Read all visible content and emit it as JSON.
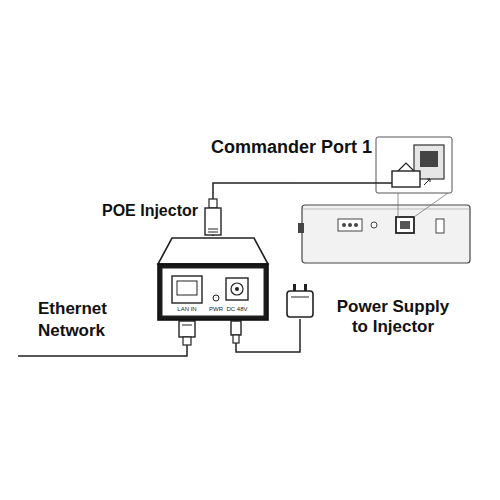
{
  "diagram": {
    "nodes": [
      {
        "text": [
          "Commander Port 1"
        ]
      },
      {
        "text": [
          "POE Injector",
          "LAN IN",
          "PWR",
          "DC 48V"
        ]
      },
      {
        "text": [
          "Power Supply to Injector"
        ]
      }
    ],
    "edges": [
      {
        "from": 1,
        "to": 0,
        "arrow": "none"
      },
      {
        "from": 2,
        "to": 1,
        "arrow": "none"
      }
    ],
    "labels": [
      "Ethernet Network"
    ]
  }
}
